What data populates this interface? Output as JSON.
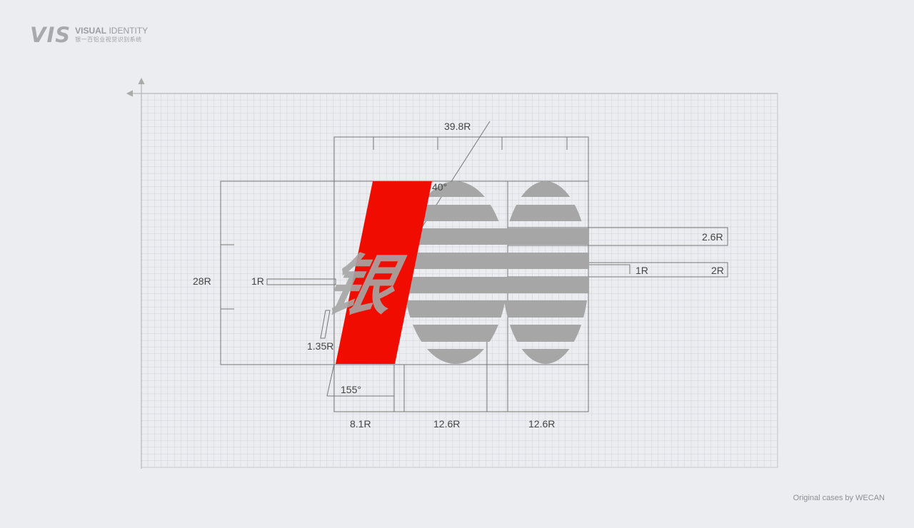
{
  "header": {
    "logo": "VIS",
    "title_bold": "VISUAL",
    "title_light": " IDENTITY",
    "subtitle": "银一百铝业视觉识别系统"
  },
  "diagram": {
    "logo_character": "银",
    "brand_red": "#f00d00",
    "shape_gray": "#a6a6a6",
    "labels": {
      "top_width": "39.8R",
      "angle_top": "40°",
      "stripe_height": "2.6R",
      "gap_small": "1R",
      "gap_large": "2R",
      "total_height": "28R",
      "left_gap": "1R",
      "stroke_width": "1.35R",
      "angle_bottom": "155°",
      "width_1": "8.1R",
      "width_2": "12.6R",
      "width_3": "12.6R"
    }
  },
  "footer": {
    "credit": "Original cases by WECAN"
  }
}
